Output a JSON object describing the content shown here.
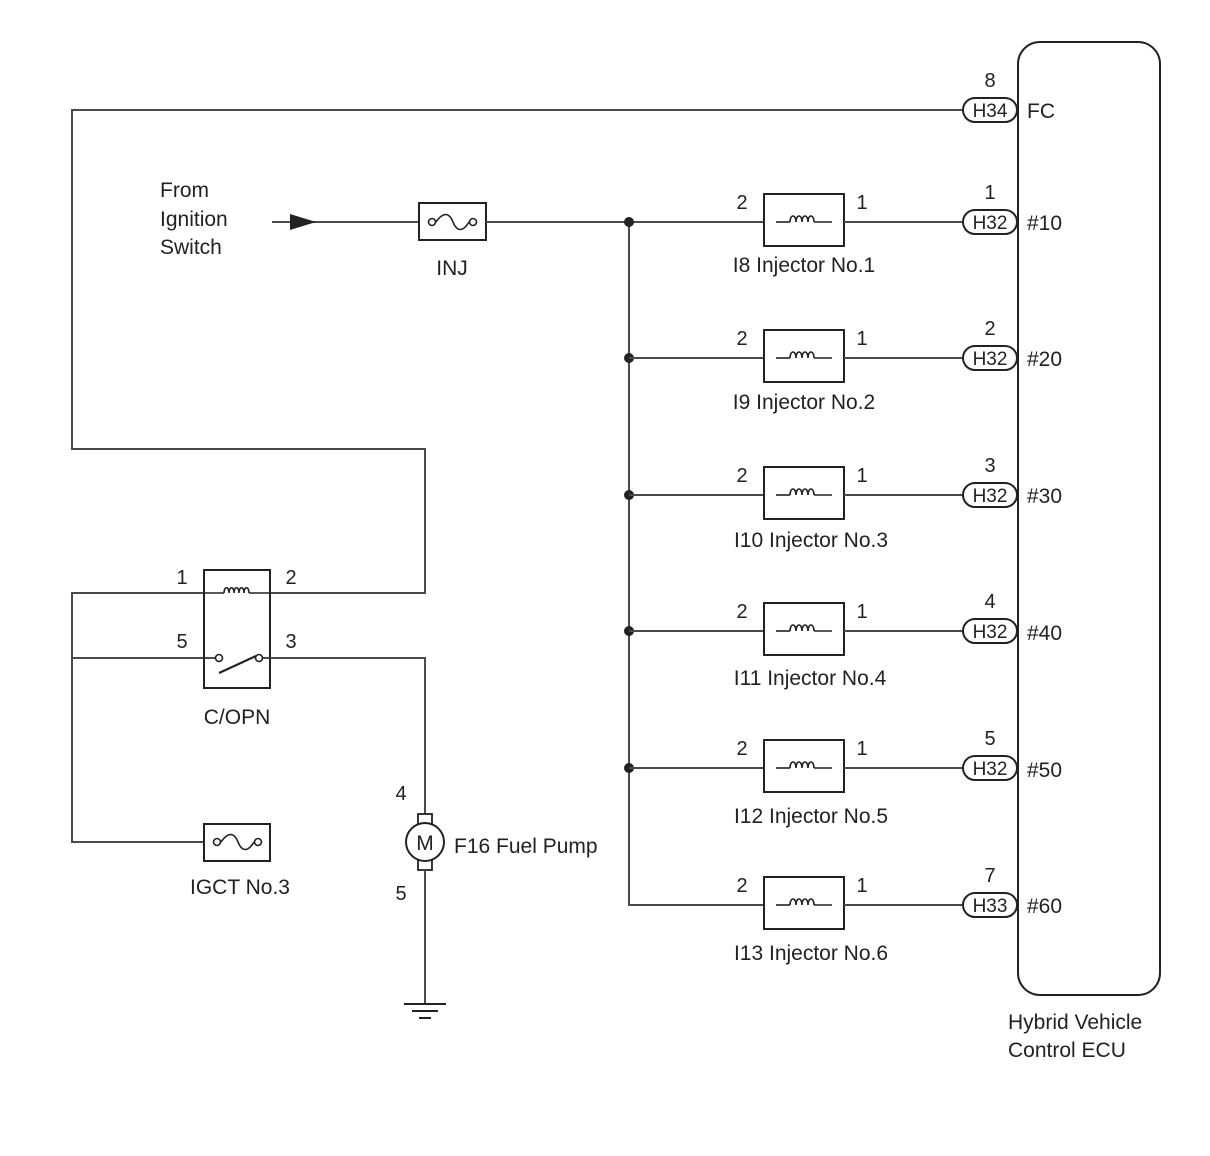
{
  "source_label": [
    "From",
    "Ignition",
    "Switch"
  ],
  "fuses": {
    "inj": "INJ",
    "igct": "IGCT No.3"
  },
  "relay": {
    "label": "C/OPN",
    "pin1": "1",
    "pin2": "2",
    "pin5": "5",
    "pin3": "3"
  },
  "fuel_pump": {
    "label": "F16 Fuel Pump",
    "symbol": "M",
    "pin_top": "4",
    "pin_bottom": "5"
  },
  "ecu": {
    "label": [
      "Hybrid Vehicle",
      "Control ECU"
    ],
    "fc": {
      "pin": "8",
      "connector": "H34",
      "terminal": "FC"
    }
  },
  "injectors": [
    {
      "label": "I8 Injector No.1",
      "pin_in": "2",
      "pin_out": "1",
      "ecu_pin": "1",
      "connector": "H32",
      "terminal": "#10"
    },
    {
      "label": "I9 Injector No.2",
      "pin_in": "2",
      "pin_out": "1",
      "ecu_pin": "2",
      "connector": "H32",
      "terminal": "#20"
    },
    {
      "label": "I10 Injector No.3",
      "pin_in": "2",
      "pin_out": "1",
      "ecu_pin": "3",
      "connector": "H32",
      "terminal": "#30"
    },
    {
      "label": "I11 Injector No.4",
      "pin_in": "2",
      "pin_out": "1",
      "ecu_pin": "4",
      "connector": "H32",
      "terminal": "#40"
    },
    {
      "label": "I12 Injector No.5",
      "pin_in": "2",
      "pin_out": "1",
      "ecu_pin": "5",
      "connector": "H32",
      "terminal": "#50"
    },
    {
      "label": "I13 Injector No.6",
      "pin_in": "2",
      "pin_out": "1",
      "ecu_pin": "7",
      "connector": "H33",
      "terminal": "#60"
    }
  ]
}
